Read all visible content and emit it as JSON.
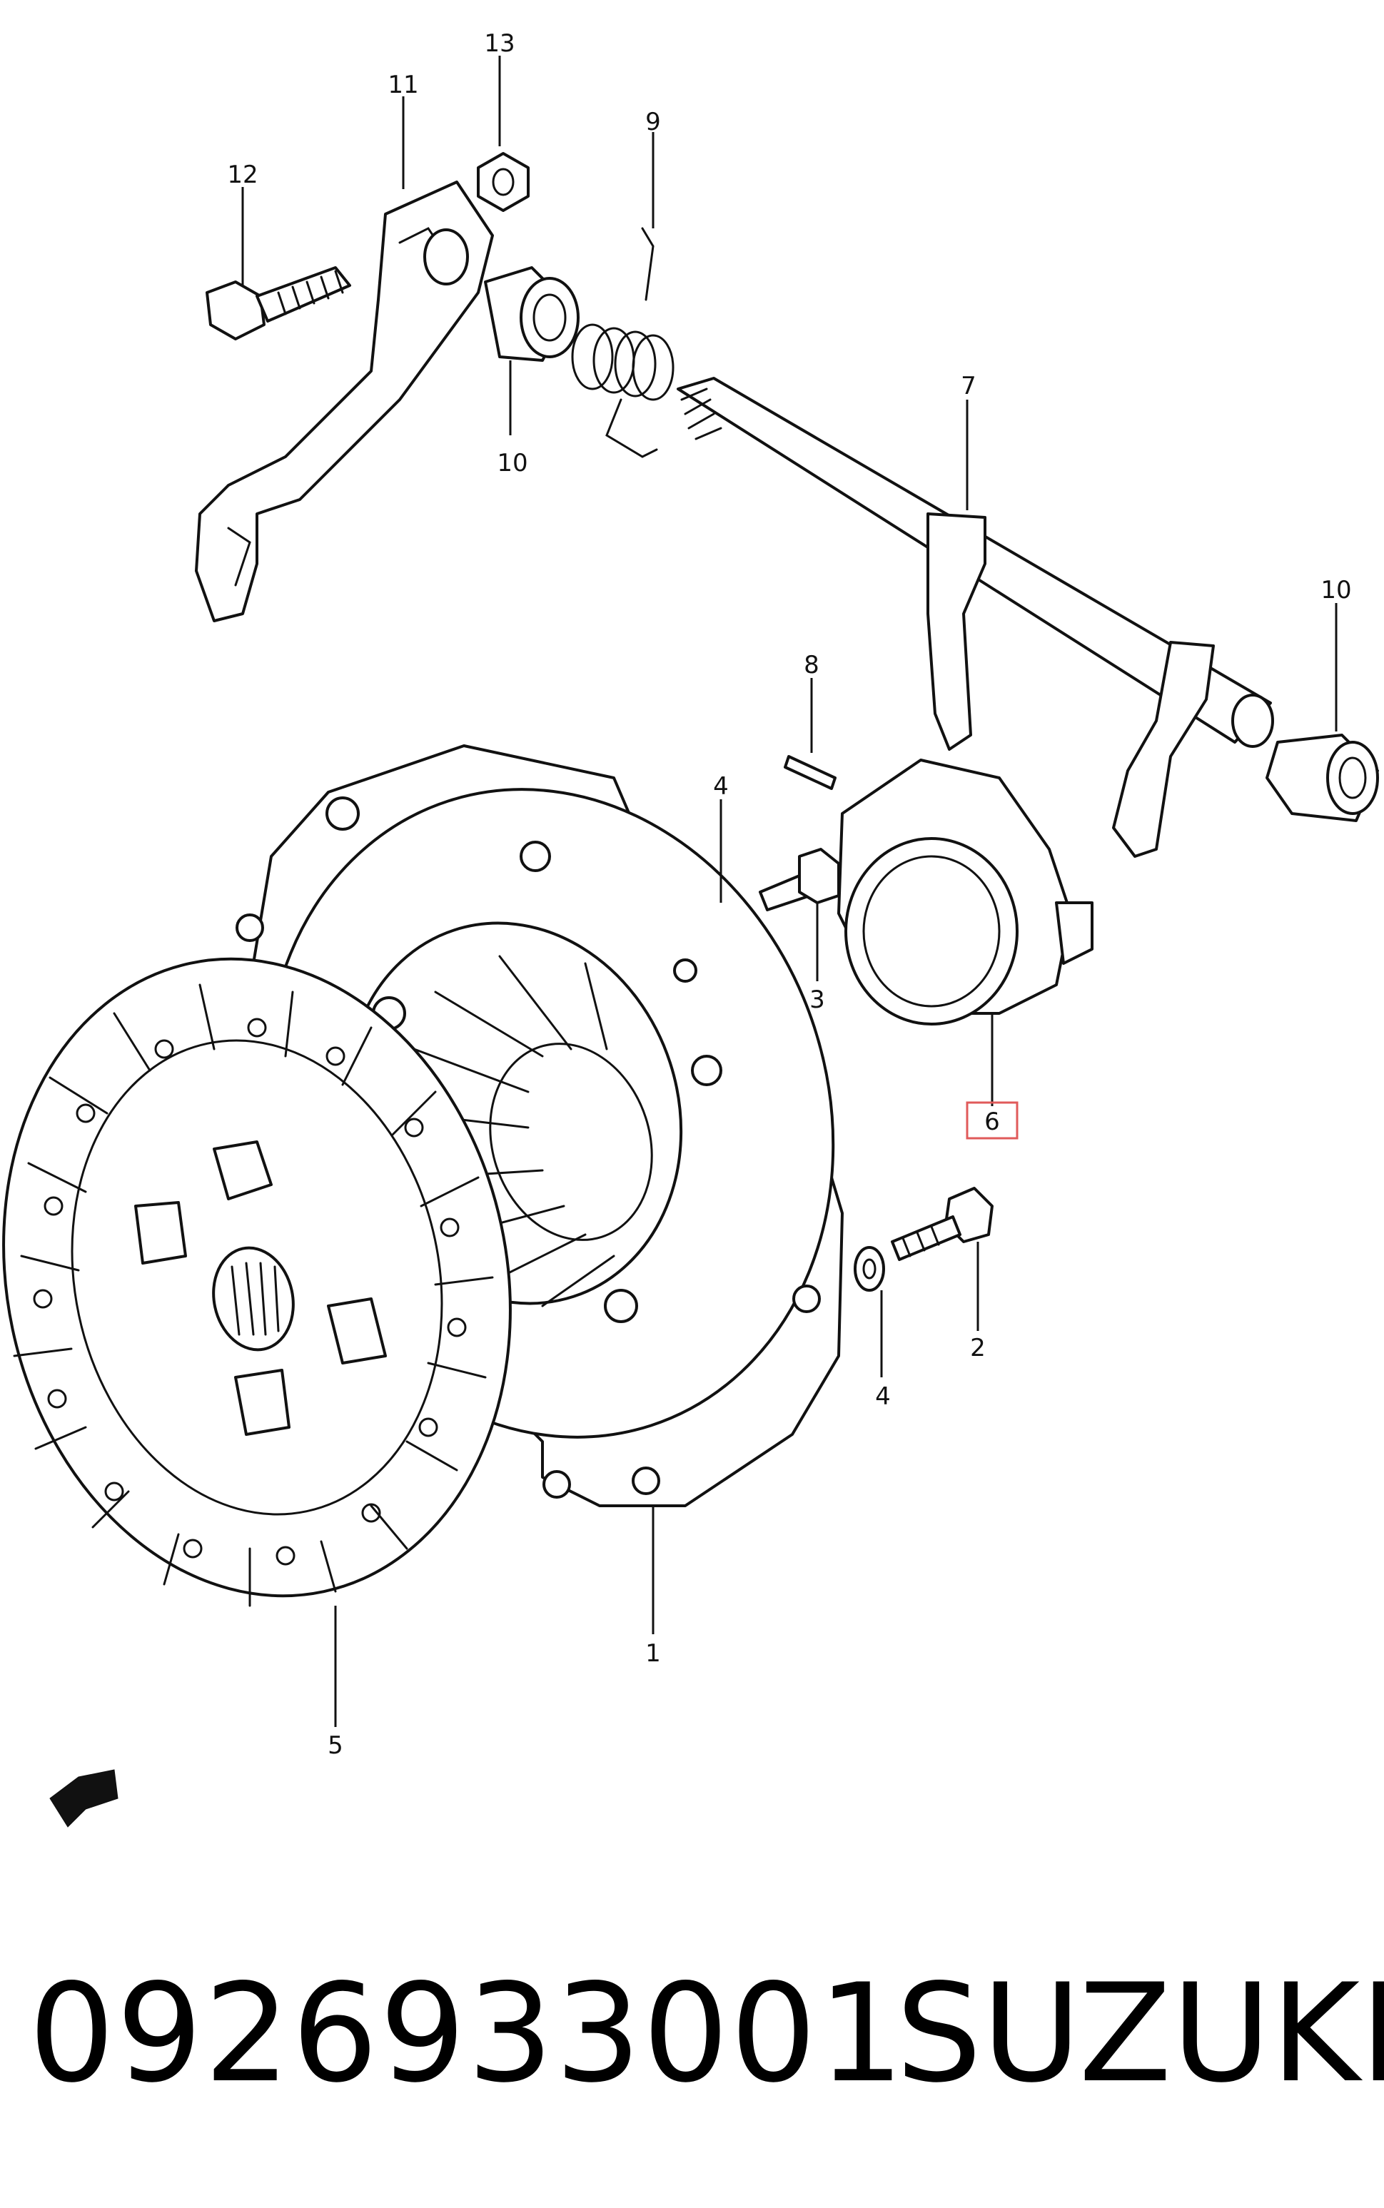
{
  "diagram": {
    "callouts": [
      {
        "id": "callout-13",
        "text": "13"
      },
      {
        "id": "callout-11",
        "text": "11"
      },
      {
        "id": "callout-9",
        "text": "9"
      },
      {
        "id": "callout-12",
        "text": "12"
      },
      {
        "id": "callout-10-top",
        "text": "10"
      },
      {
        "id": "callout-7",
        "text": "7"
      },
      {
        "id": "callout-10-right",
        "text": "10"
      },
      {
        "id": "callout-8",
        "text": "8"
      },
      {
        "id": "callout-4-top",
        "text": "4"
      },
      {
        "id": "callout-3",
        "text": "3"
      },
      {
        "id": "callout-6",
        "text": "6"
      },
      {
        "id": "callout-2",
        "text": "2"
      },
      {
        "id": "callout-4-bottom",
        "text": "4"
      },
      {
        "id": "callout-1",
        "text": "1"
      },
      {
        "id": "callout-5",
        "text": "5"
      }
    ],
    "highlight_color": "#e05a5a"
  },
  "caption": {
    "part_number": "0926933001",
    "brand": "SUZUKI"
  }
}
